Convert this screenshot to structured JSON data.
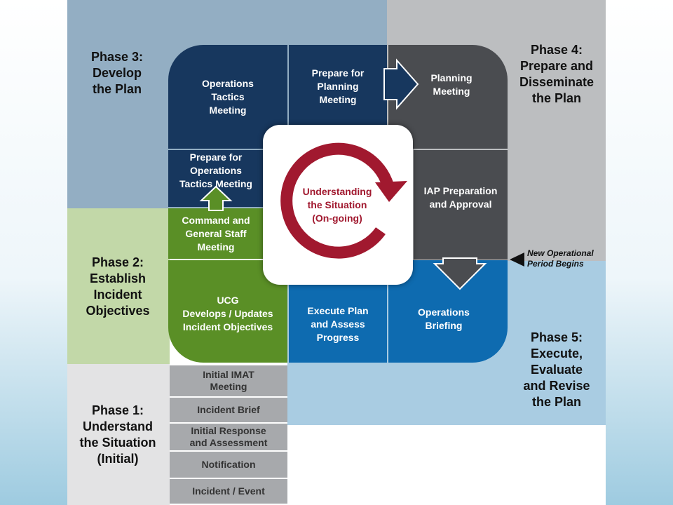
{
  "phases": {
    "p1": "Phase 1:\nUnderstand\nthe Situation\n(Initial)",
    "p2": "Phase 2:\nEstablish\nIncident\nObjectives",
    "p3": "Phase 3:\nDevelop\nthe Plan",
    "p4": "Phase 4:\nPrepare and\nDisseminate\nthe Plan",
    "p5": "Phase 5:\nExecute,\nEvaluate\nand Revise\nthe Plan"
  },
  "cycle": {
    "ops_tactics_meeting": "Operations\nTactics\nMeeting",
    "prepare_planning_meeting": "Prepare for\nPlanning\nMeeting",
    "planning_meeting": "Planning\nMeeting",
    "prepare_ops_tactics": "Prepare for\nOperations\nTactics Meeting",
    "iap_preparation": "IAP Preparation\nand Approval",
    "command_general_staff": "Command and\nGeneral Staff\nMeeting",
    "ucg_objectives": "UCG\nDevelops / Updates\nIncident Objectives",
    "execute_plan": "Execute Plan\nand Assess\nProgress",
    "operations_briefing": "Operations\nBriefing"
  },
  "center": {
    "label": "Understanding\nthe Situation\n(On-going)"
  },
  "initial_steps": [
    "Initial IMAT\nMeeting",
    "Incident Brief",
    "Initial Response\nand Assessment",
    "Notification",
    "Incident / Event"
  ],
  "new_period": "New Operational\nPeriod Begins",
  "colors": {
    "navy": "#17375e",
    "slate": "#4a4c50",
    "blue": "#0e6bb0",
    "green": "#5a8f26",
    "cycle_red": "#a1192f",
    "phase3_bg": "#93aec3",
    "phase4_bg": "#bcbec0",
    "phase2_bg": "#c2d8a8",
    "phase1_bg": "#e3e3e4",
    "phase5_bg": "#a9cce2"
  }
}
